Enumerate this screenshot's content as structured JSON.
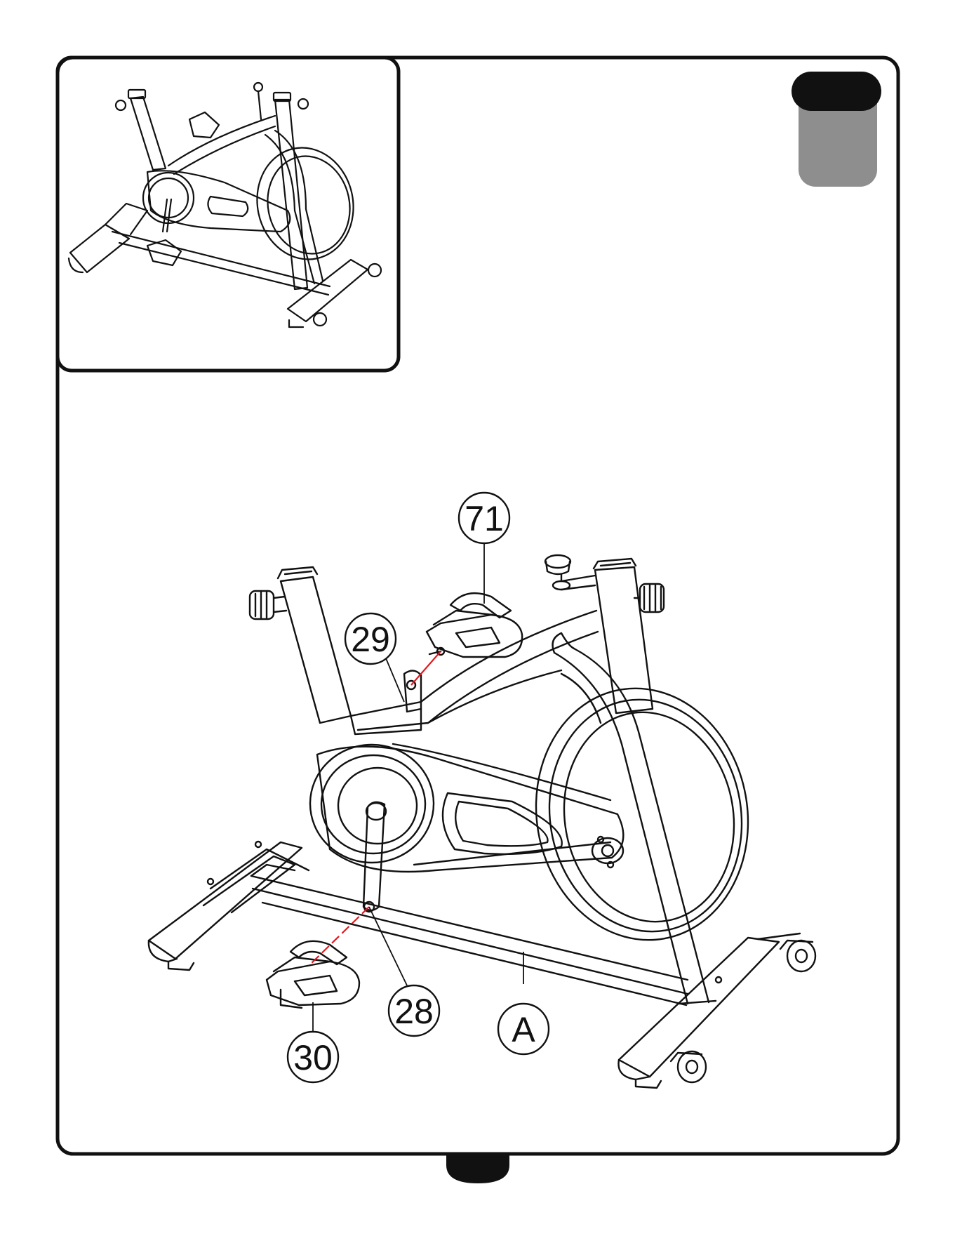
{
  "diagram": {
    "callouts": [
      {
        "id": "71",
        "label": "71"
      },
      {
        "id": "29",
        "label": "29"
      },
      {
        "id": "28",
        "label": "28"
      },
      {
        "id": "30",
        "label": "30"
      },
      {
        "id": "A",
        "label": "A"
      }
    ]
  },
  "colors": {
    "ink": "#111111",
    "step_tab_dark": "#111111",
    "step_tab_gray": "#8e8e8e",
    "guide_line_red": "#e0191e"
  }
}
